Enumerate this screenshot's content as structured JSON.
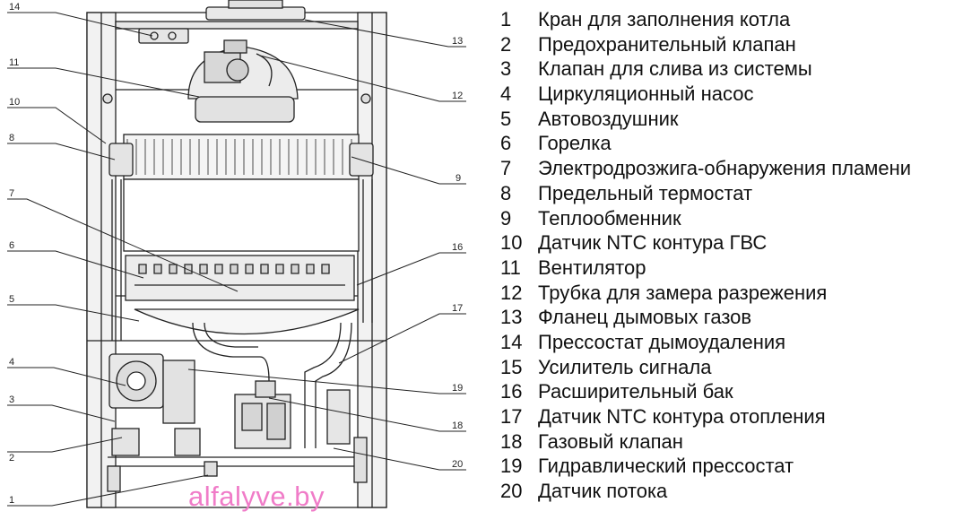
{
  "diagram": {
    "callout_labels": [
      "14",
      "11",
      "10",
      "8",
      "7",
      "6",
      "5",
      "4",
      "3",
      "2",
      "1",
      "13",
      "12",
      "9",
      "16",
      "17",
      "19",
      "18",
      "20"
    ]
  },
  "legend": {
    "items": [
      {
        "num": "1",
        "text": "Кран для заполнения котла"
      },
      {
        "num": "2",
        "text": "Предохранительный клапан"
      },
      {
        "num": "3",
        "text": "Клапан для слива из системы"
      },
      {
        "num": "4",
        "text": "Циркуляционный насос"
      },
      {
        "num": "5",
        "text": "Автовоздушник"
      },
      {
        "num": "6",
        "text": "Горелка"
      },
      {
        "num": "7",
        "text": "Электродрозжига-обнаружения пламени"
      },
      {
        "num": "8",
        "text": "Предельный термостат"
      },
      {
        "num": "9",
        "text": "Теплообменник"
      },
      {
        "num": "10",
        "text": "Датчик NTC контура ГВС"
      },
      {
        "num": "11",
        "text": "Вентилятор"
      },
      {
        "num": "12",
        "text": "Трубка для замера разрежения"
      },
      {
        "num": "13",
        "text": "Фланец дымовых газов"
      },
      {
        "num": "14",
        "text": "Прессостат дымоудаления"
      },
      {
        "num": "15",
        "text": "Усилитель сигнала"
      },
      {
        "num": "16",
        "text": "Расширительный бак"
      },
      {
        "num": "17",
        "text": "Датчик NTC контура отопления"
      },
      {
        "num": "18",
        "text": "Газовый клапан"
      },
      {
        "num": "19",
        "text": "Гидравлический прессостат"
      },
      {
        "num": "20",
        "text": "Датчик потока"
      }
    ]
  },
  "watermark": "alfalyve.by",
  "colors": {
    "line": "#222222",
    "fill": "#ececec",
    "text": "#111111",
    "watermark": "#f07cc8"
  }
}
